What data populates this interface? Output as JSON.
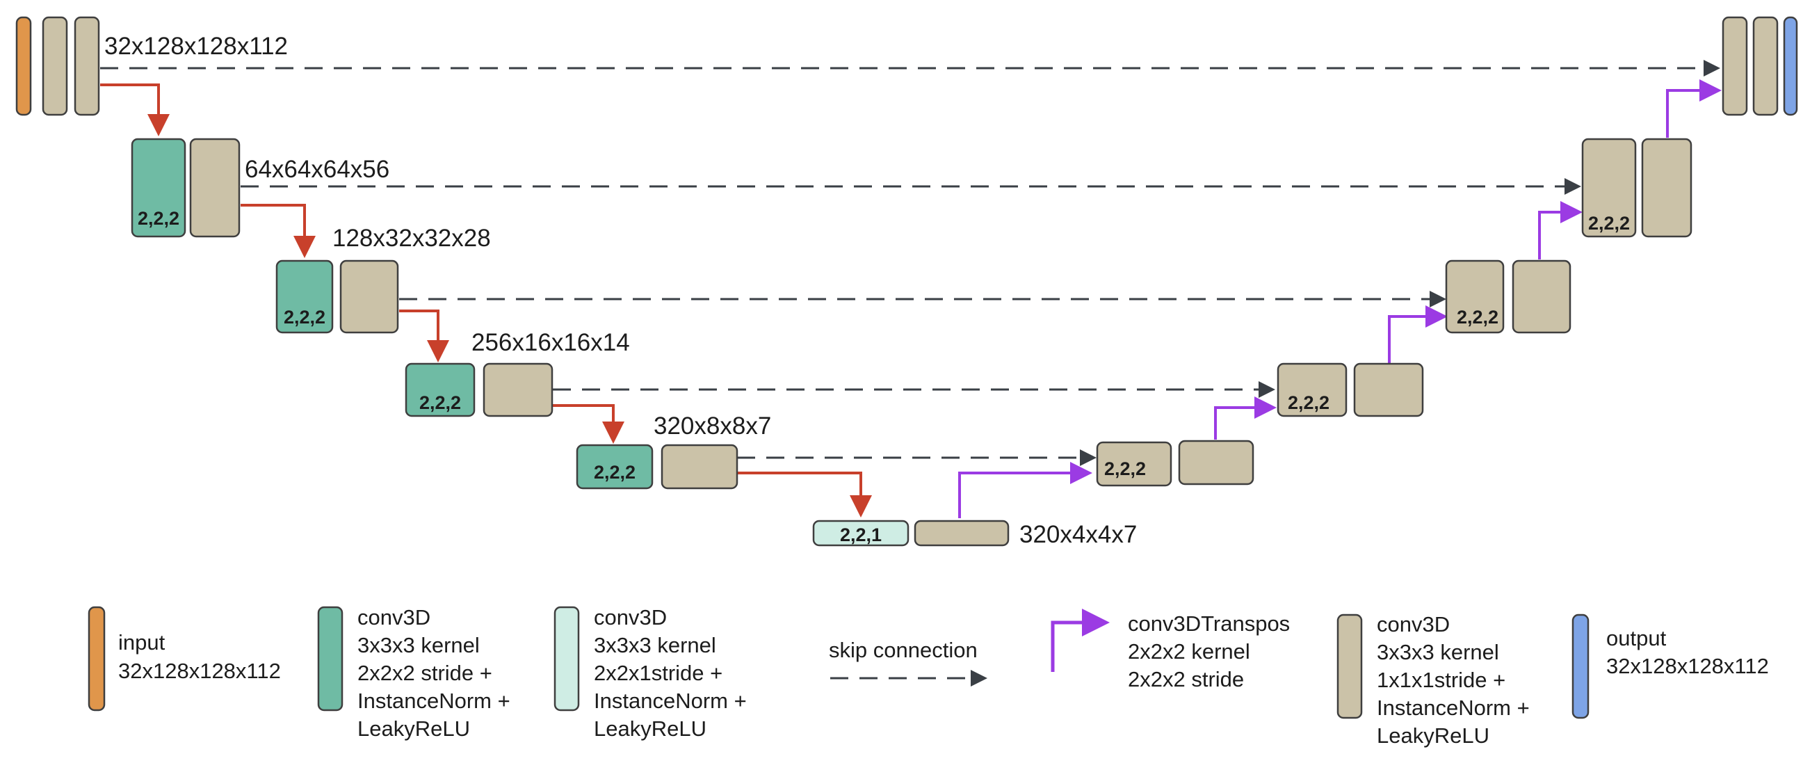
{
  "colors": {
    "input": "#E0964B",
    "conv_stride2": "#6FBBA4",
    "conv_stride221": "#CFEDE4",
    "conv_stride1": "#CBC2A8",
    "output": "#7EA4E6",
    "encoder_arrow": "#C8402B",
    "decoder_arrow": "#9B3BE3",
    "skip": "#3A3F45",
    "block_stroke": "#3F3F3F"
  },
  "levels": [
    {
      "dims": "32x128x128x112",
      "stride": ""
    },
    {
      "dims": "64x64x64x56",
      "stride": "2,2,2"
    },
    {
      "dims": "128x32x32x28",
      "stride": "2,2,2"
    },
    {
      "dims": "256x16x16x14",
      "stride": "2,2,2"
    },
    {
      "dims": "320x8x8x7",
      "stride": "2,2,2"
    },
    {
      "dims": "320x4x4x7",
      "stride": "2,2,1"
    }
  ],
  "decoder_strides": [
    "2,2,2",
    "2,2,2",
    "2,2,2",
    "2,2,2"
  ],
  "legend": {
    "input": {
      "line1": "input",
      "line2": "32x128x128x112"
    },
    "conv_stride2": {
      "lines": [
        "conv3D",
        "3x3x3 kernel",
        "2x2x2 stride +",
        "InstanceNorm +",
        "LeakyReLU"
      ]
    },
    "conv_stride221": {
      "lines": [
        "conv3D",
        "3x3x3 kernel",
        "2x2x1stride +",
        "InstanceNorm +",
        "LeakyReLU"
      ]
    },
    "skip": {
      "label": "skip connection"
    },
    "transpose": {
      "lines": [
        "conv3DTranspos",
        "2x2x2 kernel",
        "2x2x2 stride"
      ]
    },
    "conv_stride1": {
      "lines": [
        "conv3D",
        "3x3x3 kernel",
        "1x1x1stride +",
        "InstanceNorm +",
        "LeakyReLU"
      ]
    },
    "output": {
      "line1": "output",
      "line2": "32x128x128x112"
    }
  }
}
